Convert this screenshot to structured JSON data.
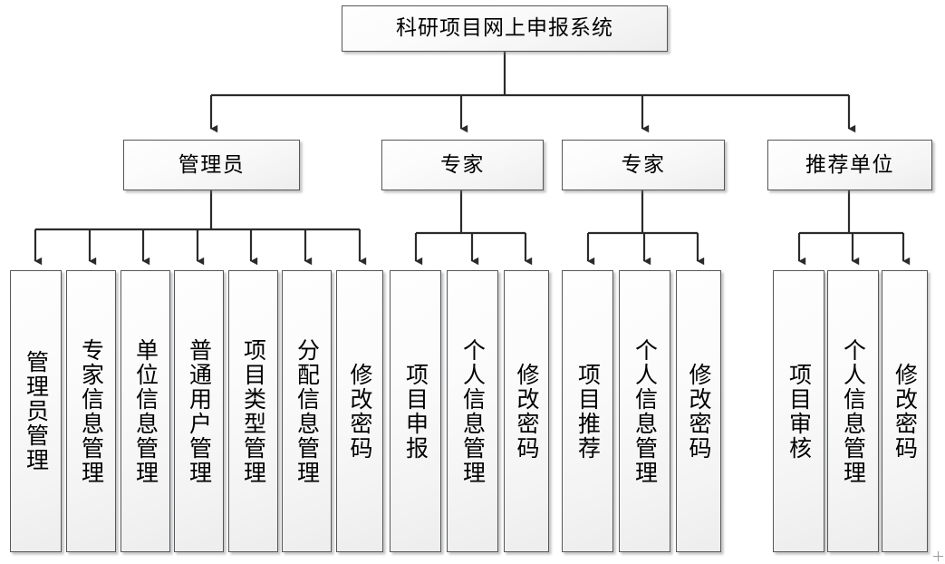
{
  "diagram": {
    "type": "org-hierarchy-tree",
    "title": "科研项目网上申报系统",
    "orientation": "top-down",
    "levels": 3,
    "colors": {
      "box_border": "#555759",
      "box_fill_top": "#fefefe",
      "box_fill_bottom": "#ededed",
      "connector": "#2b2b2b",
      "shadow": "#78787a",
      "text": "#000000",
      "background": "#ffffff"
    },
    "root": {
      "label": "科研项目网上申报系统"
    },
    "roles": [
      {
        "label": "管理员"
      },
      {
        "label": "专家"
      },
      {
        "label": "专家"
      },
      {
        "label": "推荐单位"
      }
    ],
    "groups": [
      {
        "parent": "管理员",
        "leaves": [
          {
            "label": "管理员管理"
          },
          {
            "label": "专家信息管理"
          },
          {
            "label": "单位信息管理"
          },
          {
            "label": "普通用户管理"
          },
          {
            "label": "项目类型管理"
          },
          {
            "label": "分配信息管理"
          },
          {
            "label": "修改密码"
          }
        ]
      },
      {
        "parent": "专家",
        "leaves": [
          {
            "label": "项目申报"
          },
          {
            "label": "个人信息管理"
          },
          {
            "label": "修改密码"
          }
        ]
      },
      {
        "parent": "专家",
        "leaves": [
          {
            "label": "项目推荐"
          },
          {
            "label": "个人信息管理"
          },
          {
            "label": "修改密码"
          }
        ]
      },
      {
        "parent": "推荐单位",
        "leaves": [
          {
            "label": "项目审核"
          },
          {
            "label": "个人信息管理"
          },
          {
            "label": "修改密码"
          }
        ]
      }
    ]
  }
}
